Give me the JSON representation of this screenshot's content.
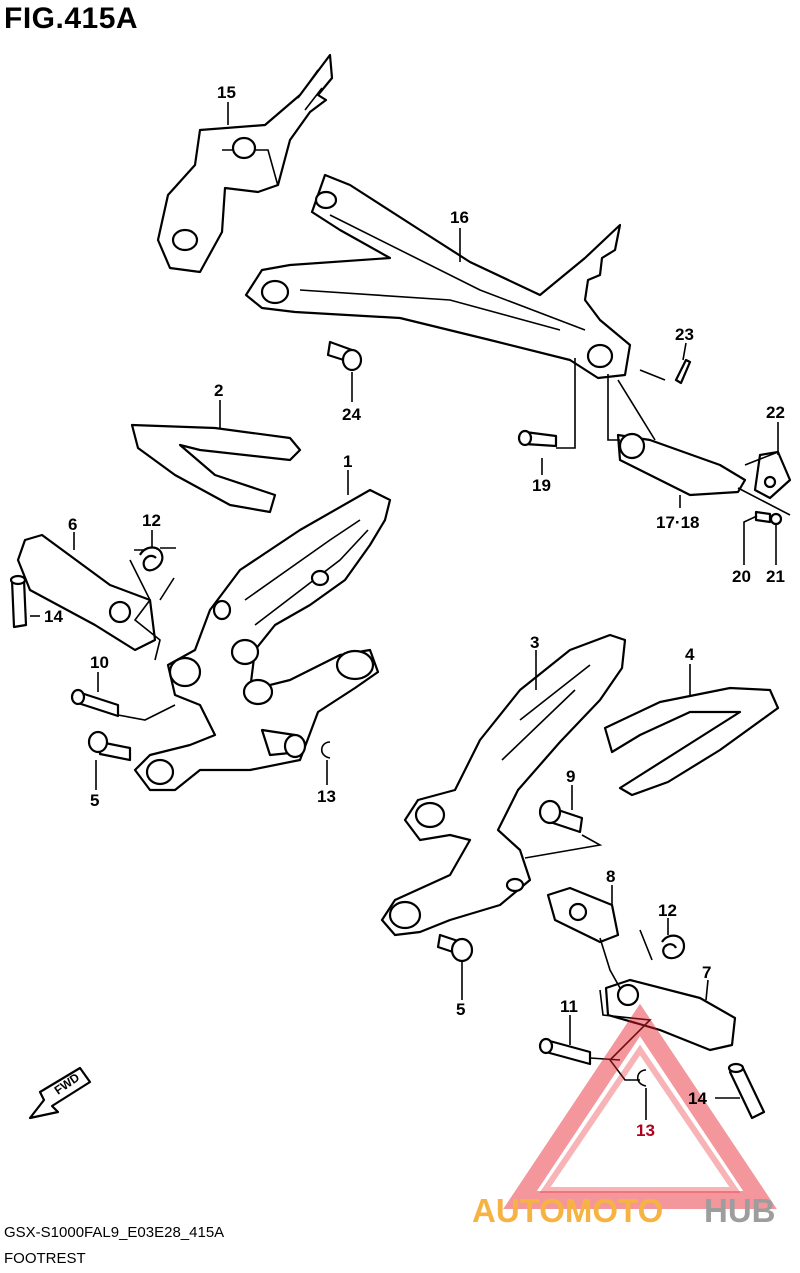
{
  "figure": {
    "title": "FIG.415A",
    "model_code": "GSX-S1000FAL9_E03E28_415A",
    "name": "FOOTREST"
  },
  "callouts": [
    {
      "id": "c15",
      "label": "15"
    },
    {
      "id": "c16",
      "label": "16"
    },
    {
      "id": "c23",
      "label": "23"
    },
    {
      "id": "c24",
      "label": "24"
    },
    {
      "id": "c22",
      "label": "22"
    },
    {
      "id": "c2",
      "label": "2"
    },
    {
      "id": "c1",
      "label": "1"
    },
    {
      "id": "c19",
      "label": "19"
    },
    {
      "id": "c1718",
      "label": "17·18"
    },
    {
      "id": "c6",
      "label": "6"
    },
    {
      "id": "c12a",
      "label": "12"
    },
    {
      "id": "c20",
      "label": "20"
    },
    {
      "id": "c21",
      "label": "21"
    },
    {
      "id": "c14a",
      "label": "14"
    },
    {
      "id": "c10",
      "label": "10"
    },
    {
      "id": "c3",
      "label": "3"
    },
    {
      "id": "c4",
      "label": "4"
    },
    {
      "id": "c5a",
      "label": "5"
    },
    {
      "id": "c13a",
      "label": "13"
    },
    {
      "id": "c9",
      "label": "9"
    },
    {
      "id": "c8",
      "label": "8"
    },
    {
      "id": "c12b",
      "label": "12"
    },
    {
      "id": "c5b",
      "label": "5"
    },
    {
      "id": "c7",
      "label": "7"
    },
    {
      "id": "c11",
      "label": "11"
    },
    {
      "id": "c14b",
      "label": "14"
    },
    {
      "id": "c13b",
      "label": "13"
    }
  ],
  "direction_arrow": {
    "label": "FWD"
  },
  "watermark": {
    "text_a": "AUTOMOTO",
    "text_b": "HUB"
  },
  "colors": {
    "line": "#000000",
    "watermark_red": "#e8212b",
    "watermark_orange": "#f5a623",
    "watermark_gray": "#8c8c8c"
  }
}
